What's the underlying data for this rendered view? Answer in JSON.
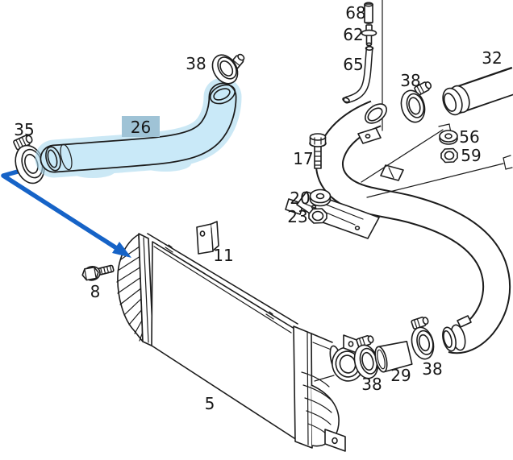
{
  "diagram": {
    "type": "exploded-parts-diagram",
    "background": "#ffffff",
    "line_color": "#1c1c1c",
    "highlight": {
      "highlighted_part": "26",
      "hose_fill": "#c9e9f8",
      "hose_inner": "#eef8fd",
      "halo_color": "#a9d9f0",
      "label_bg": "#9fc3d6",
      "label_text": "#13293f",
      "arrow_color": "#1663c7"
    },
    "labels": [
      {
        "text": "35"
      },
      {
        "text": "26",
        "highlighted": true
      },
      {
        "text": "38"
      },
      {
        "text": "68"
      },
      {
        "text": "62"
      },
      {
        "text": "65"
      },
      {
        "text": "38"
      },
      {
        "text": "32"
      },
      {
        "text": "56"
      },
      {
        "text": "59"
      },
      {
        "text": "17"
      },
      {
        "text": "20"
      },
      {
        "text": "23"
      },
      {
        "text": "11"
      },
      {
        "text": "8"
      },
      {
        "text": "5"
      },
      {
        "text": "38"
      },
      {
        "text": "29"
      },
      {
        "text": "38"
      }
    ]
  }
}
